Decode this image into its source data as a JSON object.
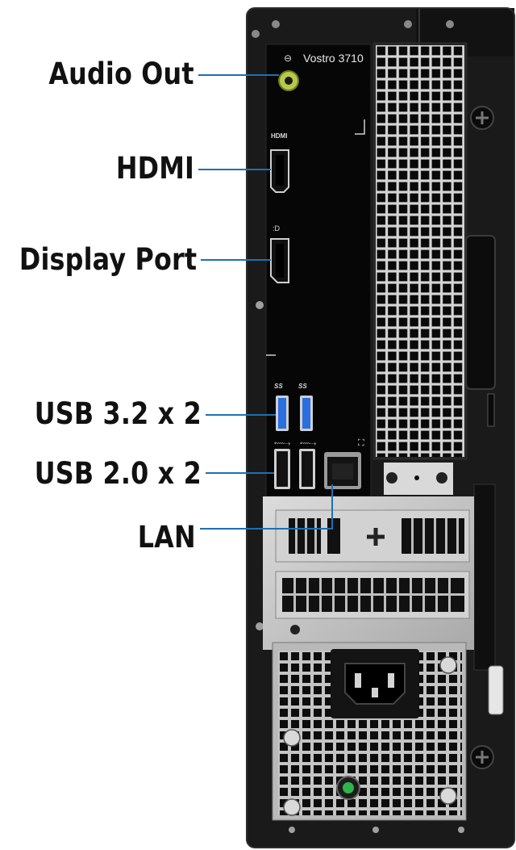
{
  "image": {
    "subject": "Rear panel of a small-form-factor desktop computer with port callouts",
    "brand_model": "Vostro 3710",
    "port_markings": {
      "hdmi": "HDMI",
      "usb3a": "SS",
      "usb3b": "SS"
    },
    "colors": {
      "chassis": "#161616",
      "io_panel": "#050505",
      "leader_line": "#1e6fb3",
      "usb3_blue": "#2a6fe0",
      "vent_metal": "#c9c9c9",
      "power_led": "#2fb34a"
    },
    "callouts": [
      {
        "id": "audio-out",
        "label": "Audio Out"
      },
      {
        "id": "hdmi",
        "label": "HDMI"
      },
      {
        "id": "display-port",
        "label": "Display Port"
      },
      {
        "id": "usb32",
        "label": "USB 3.2 x 2"
      },
      {
        "id": "usb20",
        "label": "USB 2.0 x 2"
      },
      {
        "id": "lan",
        "label": "LAN"
      }
    ]
  }
}
